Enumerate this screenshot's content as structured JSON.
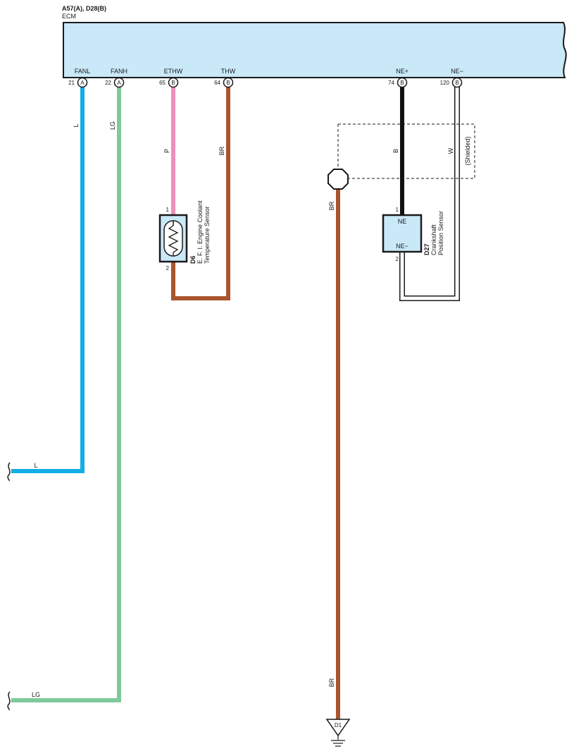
{
  "ecm": {
    "connector_ids": "A57(A), D28(B)",
    "name": "ECM",
    "terminals": [
      {
        "id": "fanl",
        "name": "FANL",
        "pin": "21",
        "conn": "A"
      },
      {
        "id": "fanh",
        "name": "FANH",
        "pin": "22",
        "conn": "A"
      },
      {
        "id": "ethw",
        "name": "ETHW",
        "pin": "65",
        "conn": "B"
      },
      {
        "id": "thw",
        "name": "THW",
        "pin": "64",
        "conn": "B"
      },
      {
        "id": "neplus",
        "name": "NE+",
        "pin": "74",
        "conn": "B"
      },
      {
        "id": "neminus",
        "name": "NE−",
        "pin": "120",
        "conn": "B"
      }
    ]
  },
  "wires": {
    "fanl_color": "L",
    "fanl_out_color": "L",
    "fanh_color": "LG",
    "fanh_out_color": "LG",
    "ethw_color": "P",
    "thw_color": "BR",
    "neplus_color": "B",
    "neminus_color": "W",
    "ground_upper_color": "BR",
    "ground_lower_color": "BR",
    "shield_note": "(Shielded)"
  },
  "colors": {
    "L": "#12aee6",
    "LG": "#7ec99c",
    "P": "#ef8fb8",
    "BR": "#a9552e",
    "B": "#111111",
    "W": "#ffffff",
    "ecm_fill": "#c9e8f8",
    "sensor_fill": "#c9e8f8"
  },
  "coolant_sensor": {
    "code": "D6",
    "line1": "E. F. I. Engine Coolant",
    "line2": "Temperature Sensor",
    "pin_top": "1",
    "pin_bottom": "2"
  },
  "crank_sensor": {
    "code": "D27",
    "line1": "Crankshaft",
    "line2": "Position Sensor",
    "term_top": "NE",
    "term_bottom": "NE−",
    "pin_top": "1",
    "pin_bottom": "2"
  },
  "ground": {
    "label": "D1"
  }
}
